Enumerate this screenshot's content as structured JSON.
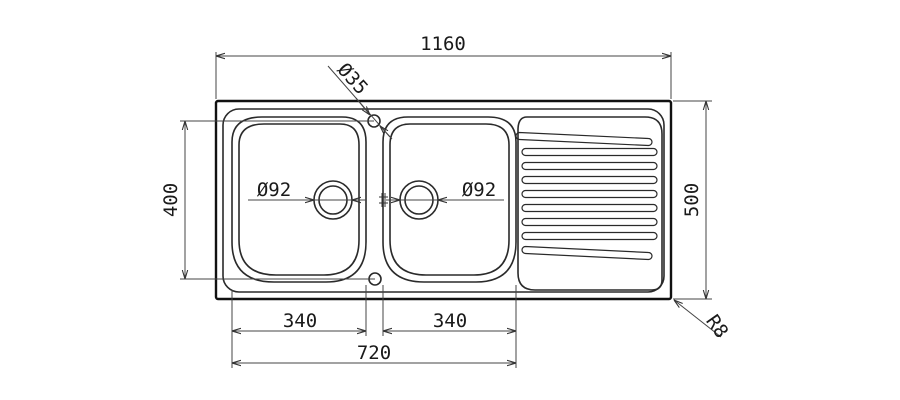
{
  "dimensions": {
    "overall_width": "1160",
    "overall_height": "500",
    "bowl_height": "400",
    "left_bowl_width": "340",
    "right_bowl_width": "340",
    "bowls_total_width": "720",
    "tap_hole": "Ø35",
    "left_drain": "Ø92",
    "right_drain": "Ø92",
    "corner_radius": "R8"
  },
  "colors": {
    "line": "#222222",
    "background": "#ffffff"
  }
}
